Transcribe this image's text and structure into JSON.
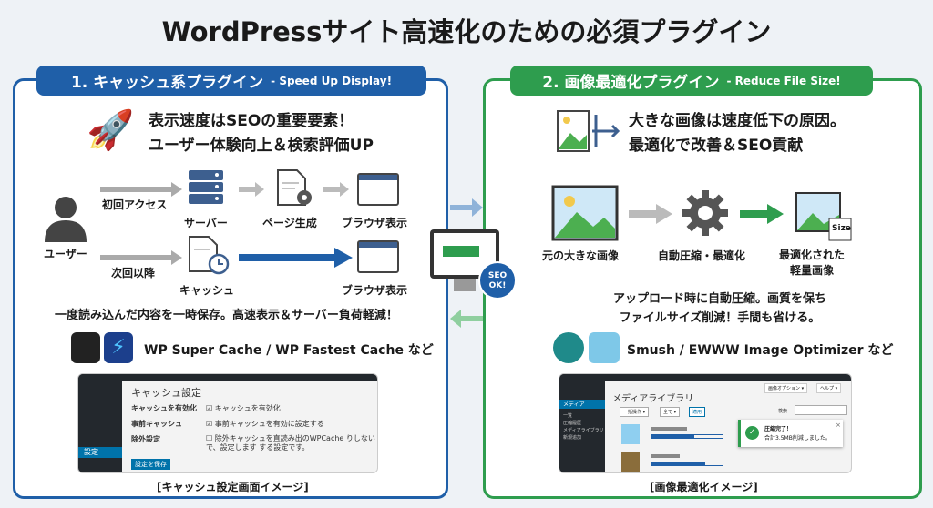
{
  "title": "WordPressサイト高速化のための必須プラグイン",
  "left": {
    "header": "1. キャッシュ系プラグイン",
    "header_sub": "- Speed Up Display!",
    "headline1": "表示速度はSEOの重要要素！",
    "headline2": "ユーザー体験向上＆検索評価UP",
    "user": "ユーザー",
    "first_access": "初回アクセス",
    "next_access": "次回以降",
    "server": "サーバー",
    "page_gen": "ページ生成",
    "browser1": "ブラウザ表示",
    "cache": "キャッシュ",
    "browser2": "ブラウザ表示",
    "summary": "一度読み込んだ内容を一時保存。高速表示＆サーバー負荷軽減！",
    "plugins": "WP Super Cache / WP Fastest Cache など",
    "screen": {
      "title": "キャッシュ設定",
      "rows": [
        {
          "label": "キャッシュを有効化",
          "value": "キャッシュを有効化",
          "checked": true
        },
        {
          "label": "事前キャッシュ",
          "value": "事前キャッシュを有効に設定する",
          "checked": true
        },
        {
          "label": "除外設定",
          "value": "除外キャッシュを直読み出のWPCache りしないで、設定します する設定です。",
          "checked": false
        }
      ],
      "menu": "設定",
      "save": "設定を保存"
    },
    "caption": "[キャッシュ設定画面イメージ]",
    "color": "#1f5fa8"
  },
  "center": {
    "badge": "SEO OK!"
  },
  "right": {
    "header": "2. 画像最適化プラグイン",
    "header_sub": "- Reduce File Size!",
    "headline1": "大きな画像は速度低下の原因。",
    "headline2": "最適化で改善＆SEO貢献",
    "original": "元の大きな画像",
    "process": "自動圧縮・最適化",
    "result1": "最適化された",
    "result2": "軽量画像",
    "size_tag": "Size",
    "summary1": "アップロード時に自動圧縮。画質を保ち",
    "summary2": "ファイルサイズ削減！手間も省ける。",
    "plugins": "Smush / EWWW Image Optimizer など",
    "screen": {
      "title": "メディアライブラリ",
      "menu": "メディア",
      "submenu": [
        "一覧",
        "圧縮履歴",
        "メディアライブラリ",
        "新規追加"
      ],
      "btn_options": "画像オプション ▾",
      "btn_help": "ヘルプ ▾",
      "filter1": "一括操作 ▾",
      "filter2": "全て ▾",
      "apply": "適用",
      "search": "検索",
      "toast_title": "圧縮完了！",
      "toast_msg": "合計3.5MB削減しました。",
      "progress": [
        0.6,
        0.75
      ]
    },
    "caption": "[画像最適化イメージ]",
    "color": "#2e9d4e"
  }
}
